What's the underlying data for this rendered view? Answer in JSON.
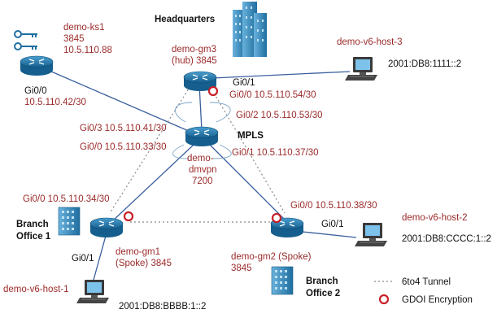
{
  "colors": {
    "link": "#3a5f9e",
    "tunnel": "#8a8a8a",
    "device_label": "#9b2a2a",
    "router_body": "#1e6fa3",
    "building": "#2d7fb8",
    "gdoi_ring": "#c8202a"
  },
  "headquarters": {
    "label": "Headquarters"
  },
  "ks1": {
    "name": "demo-ks1",
    "model": "3845",
    "ip": "10.5.110.88",
    "if": "Gi0/0",
    "if_ip": "10.5.110.42/30",
    "icon": "key-icon"
  },
  "gm3": {
    "name": "demo-gm3",
    "role": "(hub) 3845",
    "if1": "Gi0/1",
    "if0": "Gi0/0 10.5.110.54/30"
  },
  "host3": {
    "name": "demo-v6-host-3",
    "ip": "2001:DB8:1111::2"
  },
  "mpls": {
    "label": "MPLS",
    "gi02": "Gi0/2 10.5.110.53/30",
    "gi03": "Gi0/3  10.5.110.41/30",
    "gi00": "Gi0/0  10.5.110.33/30",
    "gi01": "Gi0/1 10.5.110.37/30",
    "name": "demo-",
    "name2": "dmvpn",
    "model": "7200"
  },
  "branch1": {
    "label_line1": "Branch",
    "label_line2": "Office 1"
  },
  "gm1": {
    "if0": "Gi0/0  10.5.110.34/30",
    "name": "demo-gm1",
    "role": "(Spoke)  3845",
    "if1": "Gi0/1"
  },
  "host1": {
    "name": "demo-v6-host-1",
    "ip": "2001:DB8:BBBB:1::2"
  },
  "gm2": {
    "if0": "Gi0/0  10.5.110.38/30",
    "if1": "Gi0/1",
    "name": "demo-gm2 (Spoke)",
    "model": "3845"
  },
  "host2": {
    "name": "demo-v6-host-2",
    "ip": "2001:DB8:CCCC:1::2"
  },
  "branch2": {
    "label_line1": "Branch",
    "label_line2": "Office 2"
  },
  "legend": {
    "tunnel": "6to4 Tunnel",
    "gdoi": "GDOI  Encryption"
  }
}
